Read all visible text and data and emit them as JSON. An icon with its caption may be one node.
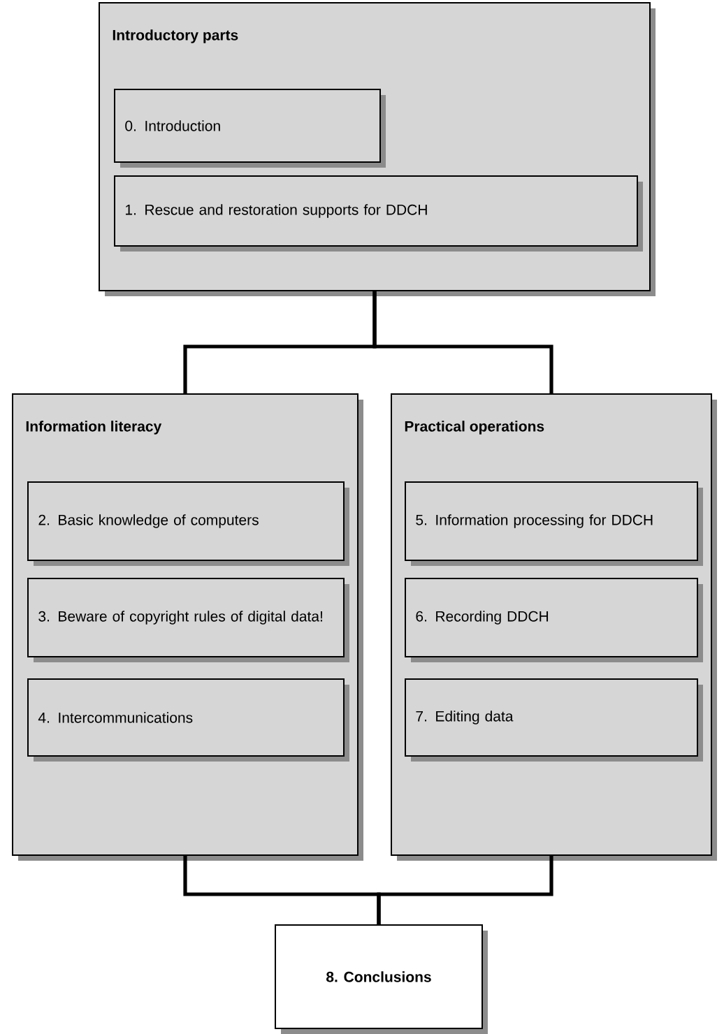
{
  "diagram": {
    "nodes": [
      {
        "text": [
          "Introductory parts"
        ]
      },
      {
        "text": [
          "0. Introduction"
        ],
        "in": 0
      },
      {
        "text": [
          "1. Rescue and restoration supports for DDCH"
        ],
        "in": 0
      },
      {
        "text": [
          "Information literacy"
        ]
      },
      {
        "text": [
          "2. Basic knowledge of computers"
        ],
        "in": 3
      },
      {
        "text": [
          "3. Beware of copyright rules of digital data!"
        ],
        "in": 3
      },
      {
        "text": [
          "4. Intercommunications"
        ],
        "in": 3
      },
      {
        "text": [
          "Practical operations"
        ]
      },
      {
        "text": [
          "5. Information processing for DDCH"
        ],
        "in": 7
      },
      {
        "text": [
          "6. Recording DDCH"
        ],
        "in": 7
      },
      {
        "text": [
          "7. Editing data"
        ],
        "in": 7
      },
      {
        "text": [
          "8. Conclusions"
        ]
      }
    ],
    "edges": [
      {
        "from": 0,
        "to": 3,
        "arrow": "none"
      },
      {
        "from": 0,
        "to": 7,
        "arrow": "none"
      },
      {
        "from": 3,
        "to": 11,
        "arrow": "none"
      },
      {
        "from": 7,
        "to": 11,
        "arrow": "none"
      }
    ]
  }
}
